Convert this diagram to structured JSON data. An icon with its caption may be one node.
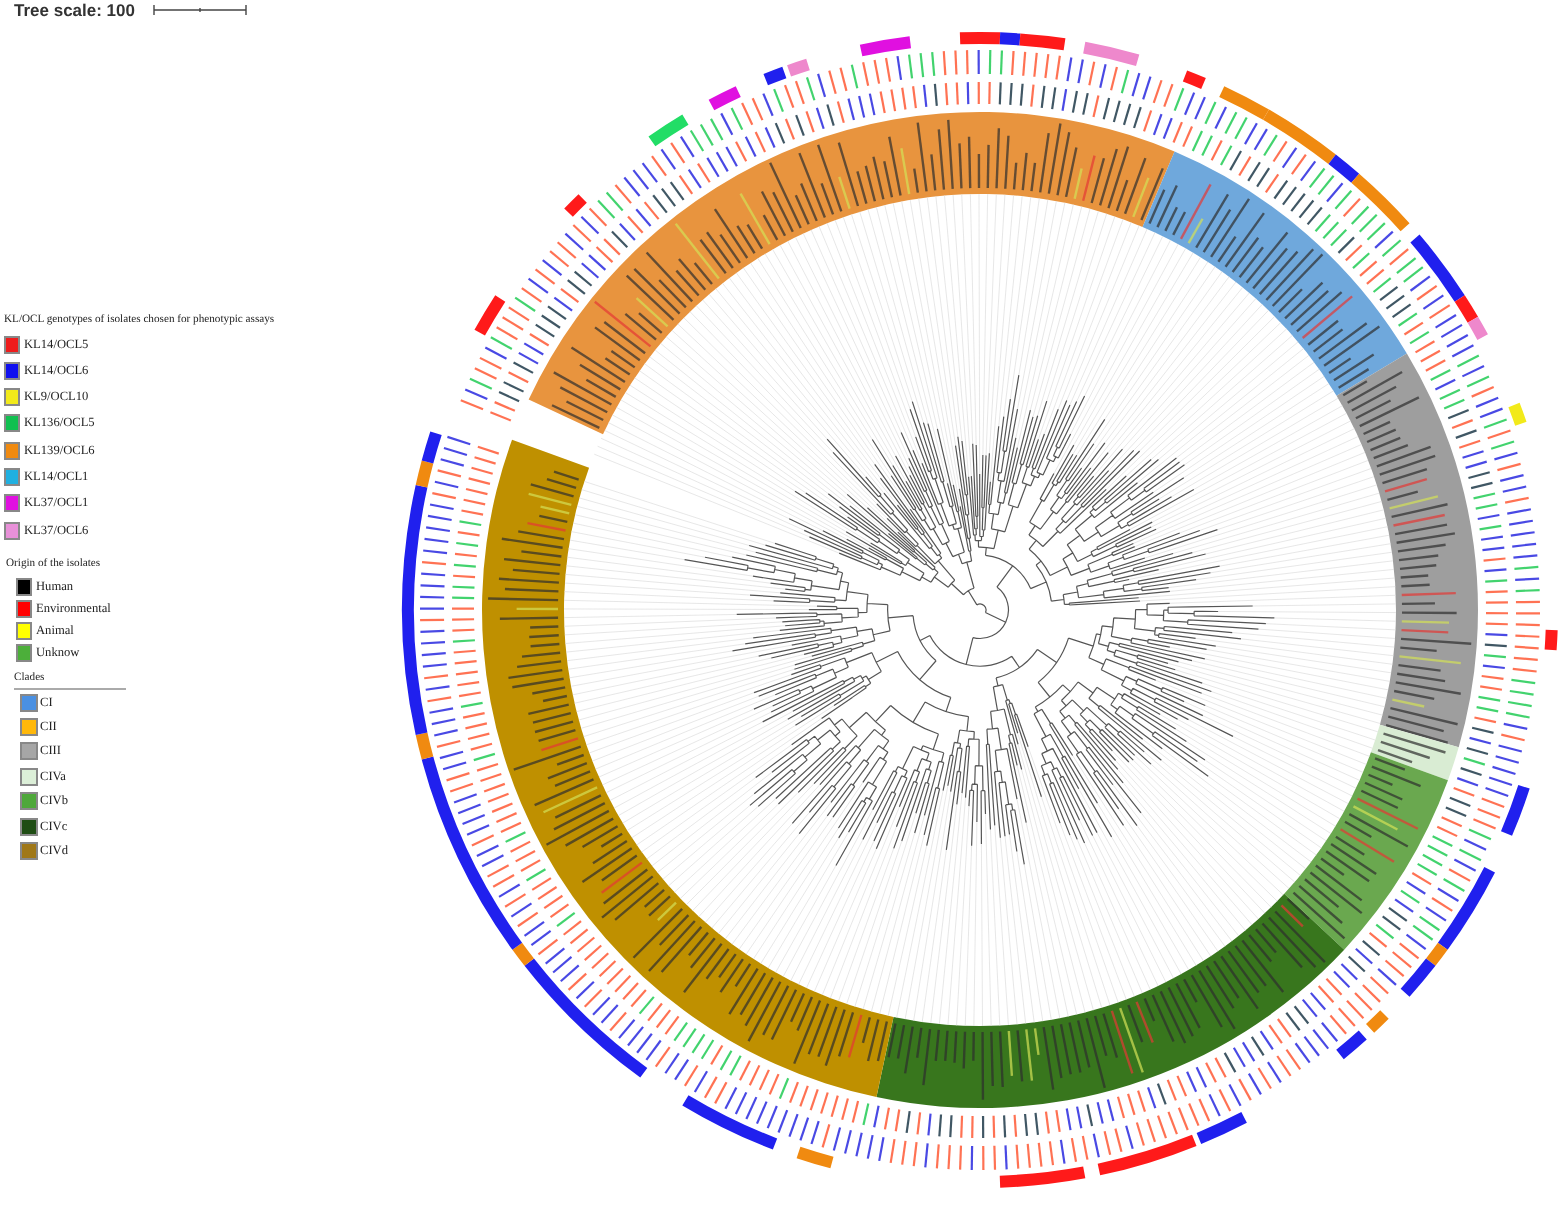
{
  "diagram": {
    "labels": [
      "Tree scale: 100",
      "KL/OCL genotypes of isolates chosen for phenotypic assays",
      "Origin of the isolates",
      "Clades"
    ],
    "legend": [
      {
        "text": "KL14/OCL5",
        "color": "#ee1c1c"
      },
      {
        "text": "KL14/OCL6",
        "color": "#1010ee"
      },
      {
        "text": "KL9/OCL10",
        "color": "#f2ea1a"
      },
      {
        "text": "KL136/OCL5",
        "color": "#10c050"
      },
      {
        "text": "KL139/OCL6",
        "color": "#f08a10"
      },
      {
        "text": "KL14/OCL1",
        "color": "#20b0e0"
      },
      {
        "text": "KL37/OCL1",
        "color": "#e010e0"
      },
      {
        "text": "KL37/OCL6",
        "color": "#e890d8"
      },
      {
        "text": "Human",
        "color": "#000000"
      },
      {
        "text": "Environmental",
        "color": "#ff0000"
      },
      {
        "text": "Animal",
        "color": "#ffff00"
      },
      {
        "text": "Unknow",
        "color": "#4caf3a"
      },
      {
        "text": "CI",
        "color": "#4a90e2"
      },
      {
        "text": "CII",
        "color": "#ffb80a"
      },
      {
        "text": "CIII",
        "color": "#a6a6a6"
      },
      {
        "text": "CIVa",
        "color": "#dcefd8"
      },
      {
        "text": "CIVb",
        "color": "#4ea83a"
      },
      {
        "text": "CIVc",
        "color": "#1f4d14"
      },
      {
        "text": "CIVd",
        "color": "#a07818"
      }
    ]
  }
}
